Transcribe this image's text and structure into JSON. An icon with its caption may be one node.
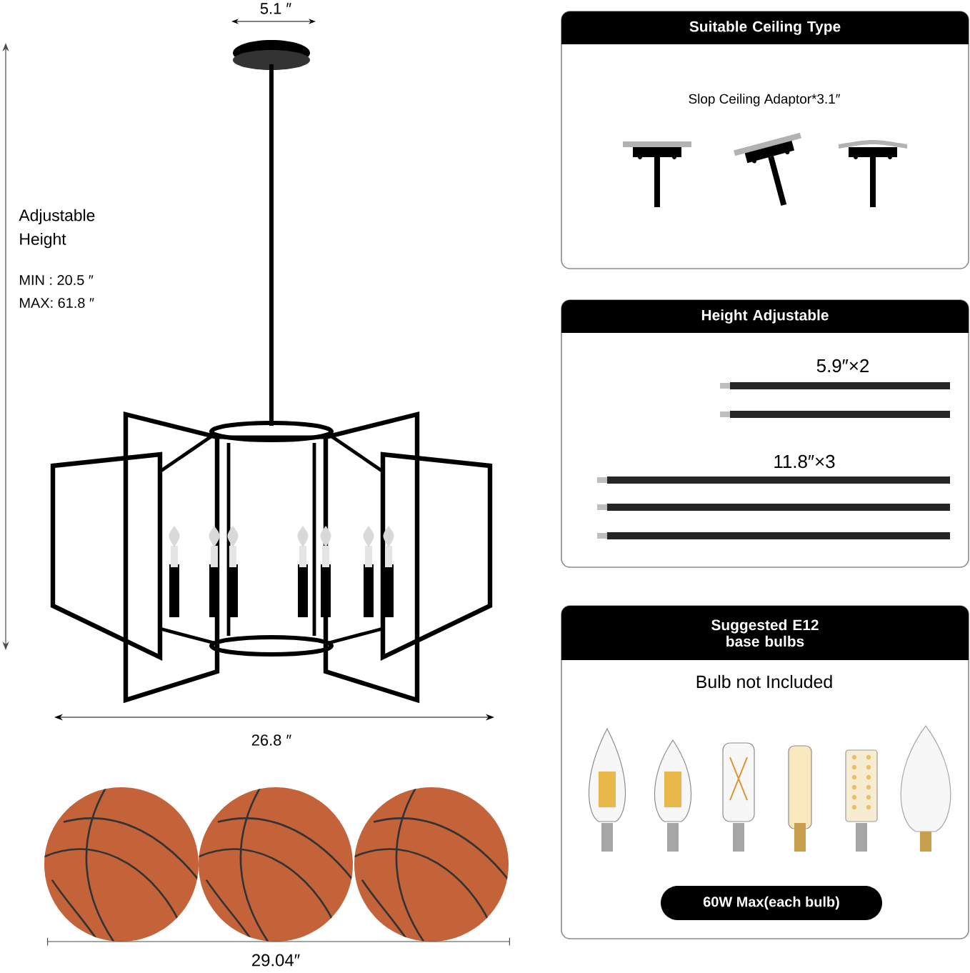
{
  "diagram": {
    "nodes": [
      {
        "text": [
          "Suitable Ceiling Type",
          "Slop Ceiling Adaptor*3.1″"
        ]
      },
      {
        "text": [
          "Height Adjustable",
          "5.9″×2",
          "11.8″×3"
        ]
      },
      {
        "text": [
          "Suggested E12 base bulbs",
          "Bulb not Included"
        ]
      },
      {
        "text": [
          "60W Max(each bulb)"
        ],
        "in": 2
      }
    ],
    "edges": [],
    "labels": [
      "5.1 ″",
      "Adjustable Height",
      "MIN : 20.5 ″",
      "MAX: 61.8 ″",
      "26.8 ″",
      "29.04″"
    ]
  }
}
